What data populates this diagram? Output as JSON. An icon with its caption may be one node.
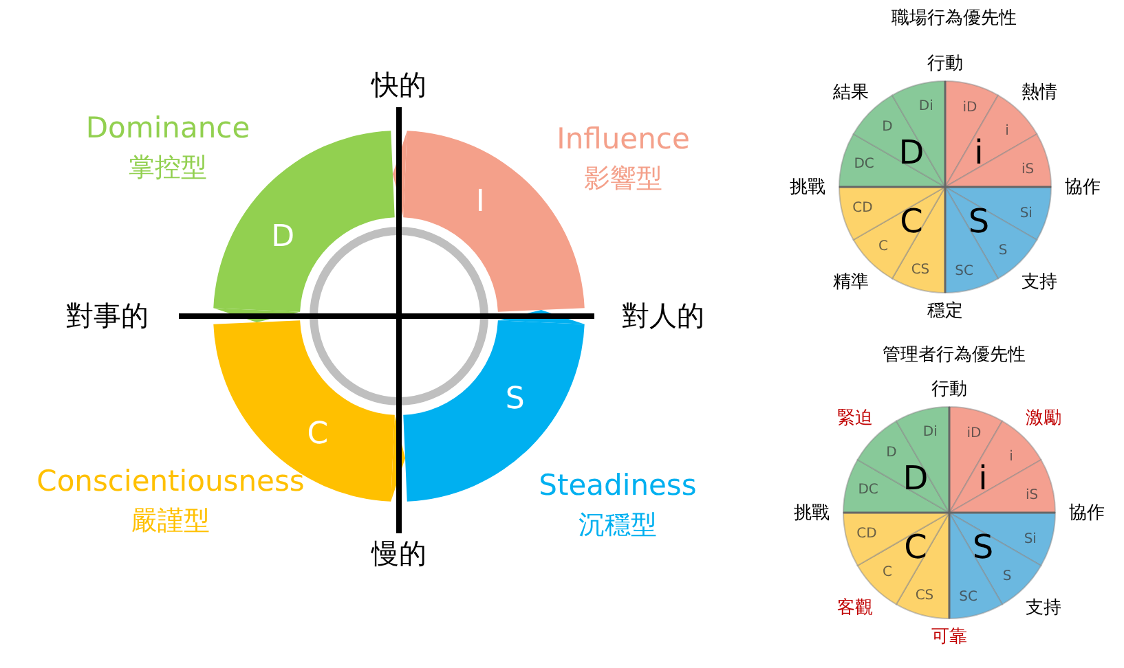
{
  "diagram": {
    "nodes": [
      {
        "text": [
          "D"
        ],
        "beside": [
          "Dominance",
          "掌控型"
        ]
      },
      {
        "text": [
          "I"
        ],
        "beside": [
          "Influence",
          "影響型"
        ]
      },
      {
        "text": [
          "S"
        ],
        "beside": [
          "Steadiness",
          "沉穩型"
        ]
      },
      {
        "text": [
          "C"
        ],
        "beside": [
          "Conscientiousness",
          "嚴謹型"
        ]
      },
      {
        "text": [
          "職場行為優先性"
        ]
      },
      {
        "text": [
          "iD"
        ],
        "in": 4
      },
      {
        "text": [
          "i"
        ],
        "in": 4
      },
      {
        "text": [
          "iS"
        ],
        "in": 4
      },
      {
        "text": [
          "Si"
        ],
        "in": 4
      },
      {
        "text": [
          "S"
        ],
        "in": 4
      },
      {
        "text": [
          "SC"
        ],
        "in": 4
      },
      {
        "text": [
          "CS"
        ],
        "in": 4
      },
      {
        "text": [
          "C"
        ],
        "in": 4
      },
      {
        "text": [
          "CD"
        ],
        "in": 4
      },
      {
        "text": [
          "DC"
        ],
        "in": 4
      },
      {
        "text": [
          "D"
        ],
        "in": 4
      },
      {
        "text": [
          "Di"
        ],
        "in": 4
      },
      {
        "text": [
          "管理者行為優先性"
        ]
      },
      {
        "text": [
          "iD"
        ],
        "in": 17
      },
      {
        "text": [
          "i"
        ],
        "in": 17
      },
      {
        "text": [
          "iS"
        ],
        "in": 17
      },
      {
        "text": [
          "Si"
        ],
        "in": 17
      },
      {
        "text": [
          "S"
        ],
        "in": 17
      },
      {
        "text": [
          "SC"
        ],
        "in": 17
      },
      {
        "text": [
          "CS"
        ],
        "in": 17
      },
      {
        "text": [
          "C"
        ],
        "in": 17
      },
      {
        "text": [
          "CD"
        ],
        "in": 17
      },
      {
        "text": [
          "DC"
        ],
        "in": 17
      },
      {
        "text": [
          "D"
        ],
        "in": 17
      },
      {
        "text": [
          "Di"
        ],
        "in": 17
      }
    ],
    "edges": [],
    "labels": [
      "快的",
      "對事的",
      "對人的",
      "慢的",
      "i",
      "S",
      "C",
      "D",
      "行動",
      "熱情",
      "協作",
      "支持",
      "穩定",
      "精準",
      "挑戰",
      "結果",
      "i",
      "S",
      "C",
      "D",
      "行動",
      "激勵",
      "協作",
      "支持",
      "可靠",
      "客觀",
      "挑戰",
      "緊迫"
    ]
  }
}
